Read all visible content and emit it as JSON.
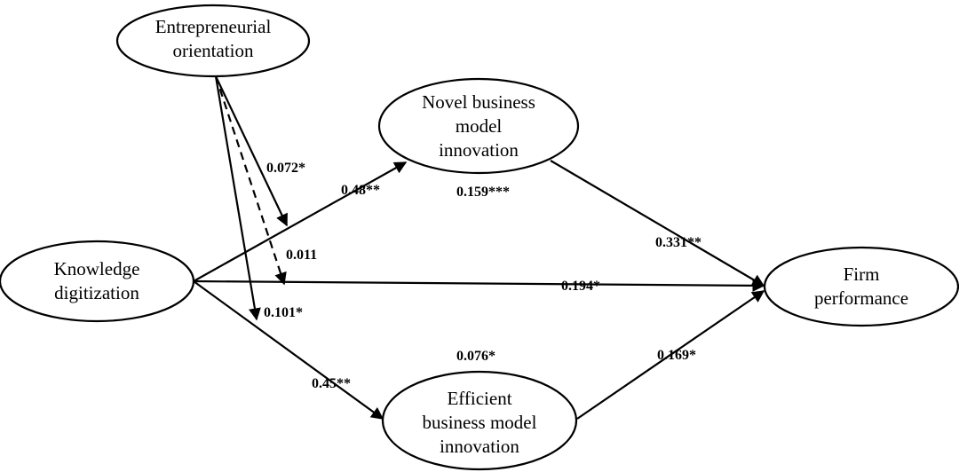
{
  "nodes": {
    "entrepreneurial_orientation": {
      "lines": [
        "Entrepreneurial",
        "orientation"
      ]
    },
    "novel_bmi": {
      "lines": [
        "Novel business",
        "model",
        "innovation"
      ]
    },
    "knowledge_digitization": {
      "lines": [
        "Knowledge",
        "digitization"
      ]
    },
    "firm_performance": {
      "lines": [
        "Firm",
        "performance"
      ]
    },
    "efficient_bmi": {
      "lines": [
        "Efficient",
        "business model",
        "innovation"
      ]
    }
  },
  "coefficients": {
    "eo_to_novel_moderation": "0.072*",
    "eo_to_direct_moderation": "0.011",
    "eo_to_efficient_moderation": "0.101*",
    "kd_to_novel": "0.48**",
    "kd_to_efficient": "0.45**",
    "kd_to_fp": "0.194*",
    "novel_to_fp": "0.331**",
    "efficient_to_fp": "0.169*",
    "novel_indirect": "0.159***",
    "efficient_indirect": "0.076*"
  }
}
